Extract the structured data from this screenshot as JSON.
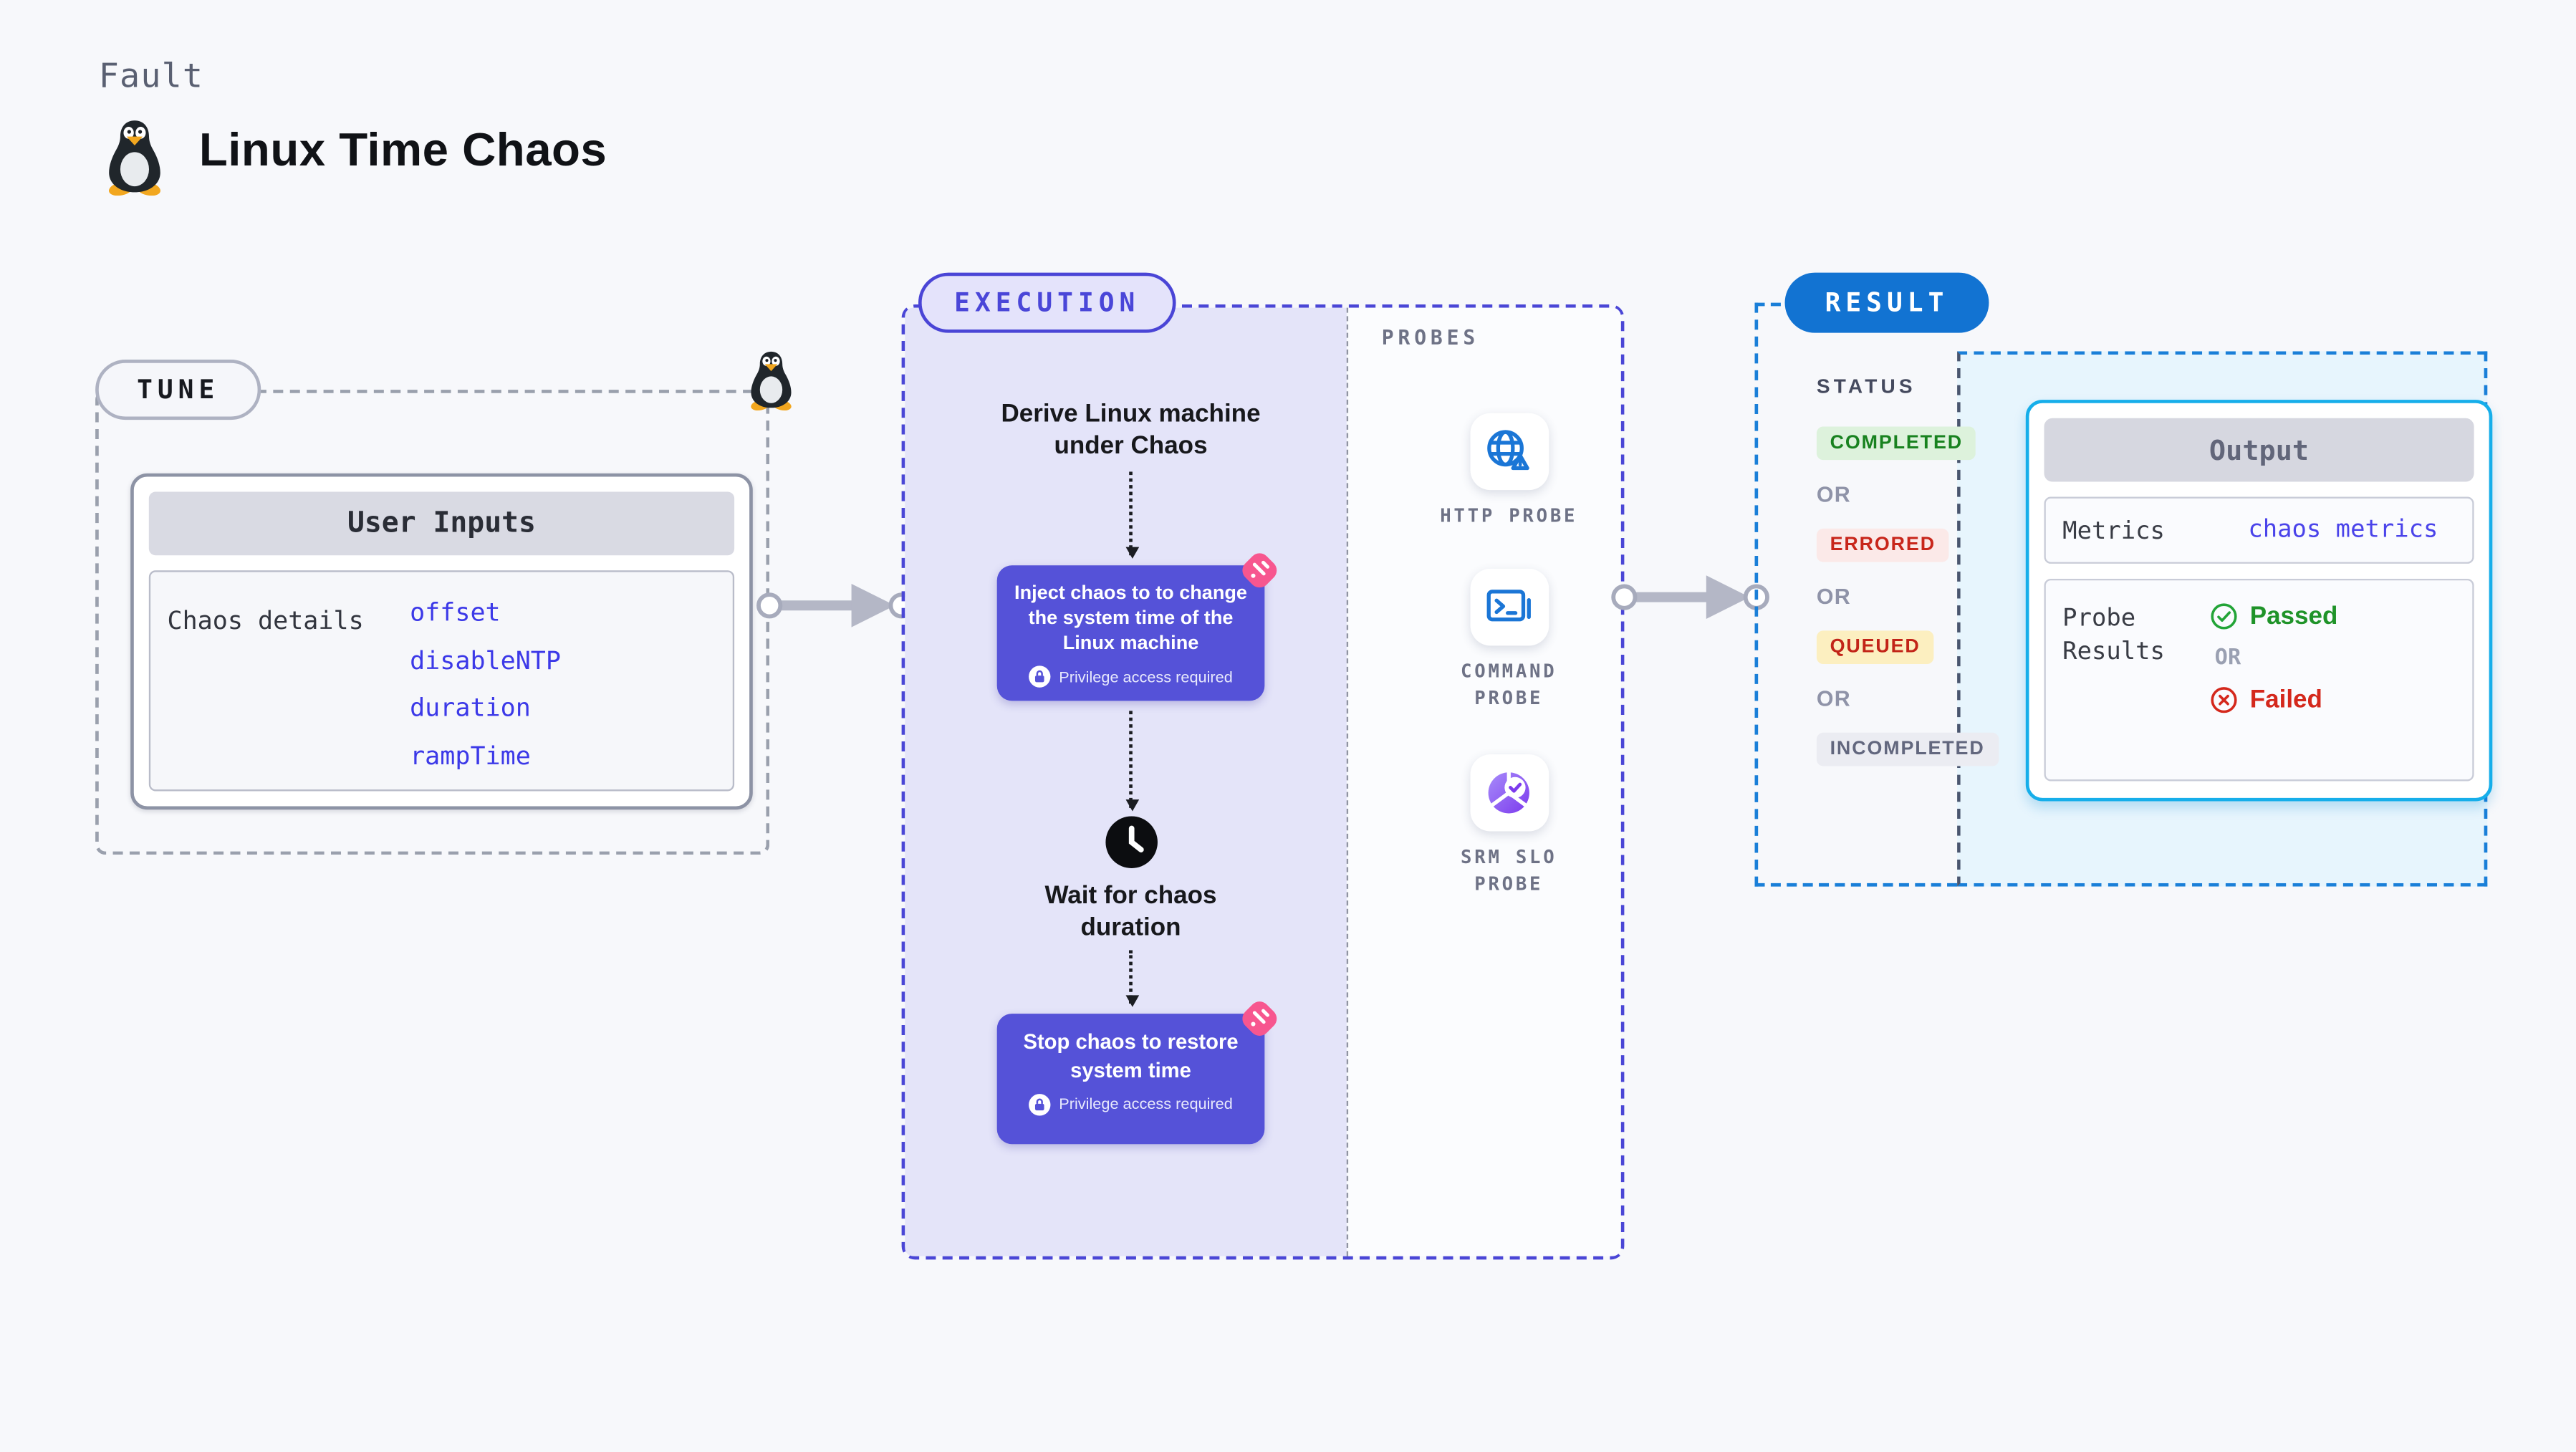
{
  "header": {
    "eyebrow": "Fault",
    "title": "Linux Time Chaos"
  },
  "tune": {
    "badge": "TUNE",
    "card": {
      "title": "User Inputs",
      "row_label": "Chaos details",
      "links": [
        "offset",
        "disableNTP",
        "duration",
        "rampTime"
      ]
    }
  },
  "execution": {
    "badge": "EXECUTION",
    "derive_step": "Derive Linux machine under Chaos",
    "inject_box": {
      "text": "Inject chaos to to change the system time of the Linux machine",
      "note": "Privilege access required"
    },
    "wait_step": "Wait for chaos duration",
    "stop_box": {
      "text": "Stop chaos to restore system time",
      "note": "Privilege access required"
    }
  },
  "probes": {
    "heading": "PROBES",
    "items": [
      {
        "label": "HTTP PROBE",
        "icon": "globe-alert-icon"
      },
      {
        "label": "COMMAND PROBE",
        "icon": "terminal-icon"
      },
      {
        "label": "SRM SLO PROBE",
        "icon": "slo-pie-icon"
      }
    ]
  },
  "result": {
    "badge": "RESULT",
    "status_heading": "STATUS",
    "or_label": "OR",
    "statuses": [
      {
        "label": "COMPLETED",
        "kind": "completed"
      },
      {
        "label": "ERRORED",
        "kind": "errored"
      },
      {
        "label": "QUEUED",
        "kind": "queued"
      },
      {
        "label": "INCOMPLETED",
        "kind": "incompleted"
      }
    ],
    "output": {
      "title": "Output",
      "metrics_label": "Metrics",
      "metrics_value": "chaos metrics",
      "probe_results_label": "Probe Results",
      "passed_label": "Passed",
      "or_label": "OR",
      "failed_label": "Failed"
    }
  },
  "colors": {
    "page_bg": "#f7f8fb",
    "indigo_dashed": "#4a46d6",
    "lavender_fill": "#e4e4f9",
    "chaos_box_purple": "#5552d8",
    "flask_pink": "#f7568f",
    "result_blue": "#1273d2",
    "result_dashed": "#1a7fd8",
    "output_border_cyan": "#16aeea",
    "passed_green": "#1f9329",
    "failed_red": "#d4281c",
    "link_indigo": "#3c39e8"
  }
}
